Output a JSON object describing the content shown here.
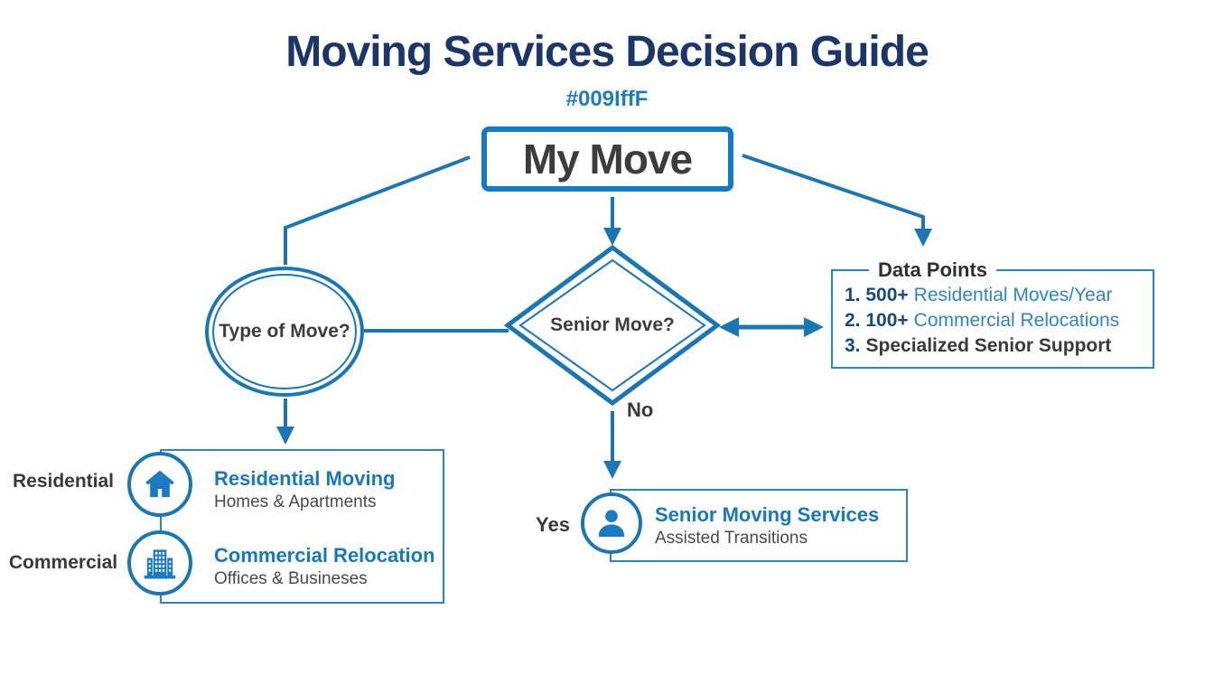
{
  "header": {
    "title": "Moving Services Decision Guide",
    "subtitle": "#009IffF"
  },
  "colors": {
    "connector_blue": "#1b76b4",
    "start_node_border_blue": "#1479c6",
    "panel_border_blue": "#2e86c1",
    "title_navy": "#1b3668",
    "item_number_navy": "#164a7c",
    "blue_text": "#1878be",
    "dark_text": "#3a3a3a",
    "gray_text": "#4a4a4a"
  },
  "nodes": {
    "start": {
      "label": "My Move"
    },
    "type_decision": {
      "label": "Type of Move?"
    },
    "senior_decision": {
      "label": "Senior Move?"
    }
  },
  "branch_labels": {
    "residential": "Residential",
    "commercial": "Commercial",
    "yes": "Yes",
    "no": "No"
  },
  "data_points": {
    "title": "Data Points",
    "items": [
      {
        "prefix": "1. 500+",
        "rest": "Residential Moves/Year"
      },
      {
        "prefix": "2. 100+",
        "rest": "Commercial Relocations"
      },
      {
        "prefix": "3.",
        "rest": "Specialized Senior Support"
      }
    ]
  },
  "outcomes": {
    "residential": {
      "icon": "house-icon",
      "title": "Residential Moving",
      "subtitle": "Homes & Apartments"
    },
    "commercial": {
      "icon": "building-icon",
      "title": "Commercial Relocation",
      "subtitle": "Offices & Busineses"
    },
    "senior": {
      "icon": "person-icon",
      "title": "Senior Moving Services",
      "subtitle": "Assisted Transitions"
    }
  }
}
